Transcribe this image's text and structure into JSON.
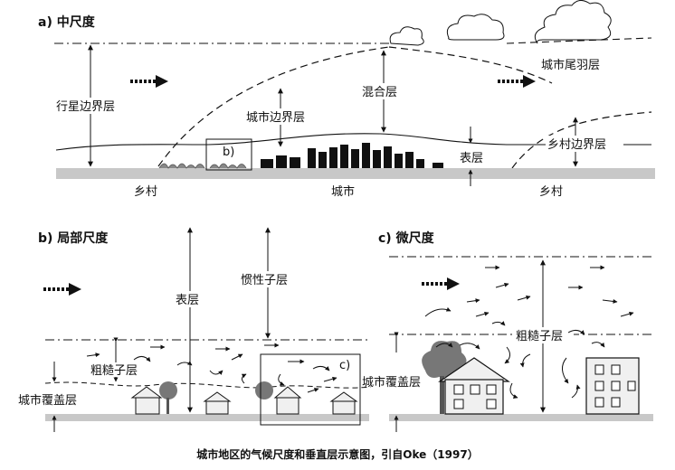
{
  "panel_a": {
    "title": "a) 中尺度",
    "labels": {
      "planetary_bl": "行星边界层",
      "urban_bl": "城市边界层",
      "mixed_layer": "混合层",
      "urban_plume": "城市尾羽层",
      "surface_layer": "表层",
      "rural_bl": "乡村边界层",
      "inset_b": "b)"
    },
    "ground": {
      "rural_left": "乡村",
      "urban": "城市",
      "rural_right": "乡村"
    }
  },
  "panel_b": {
    "title": "b) 局部尺度",
    "labels": {
      "surface_layer": "表层",
      "inertial_sublayer": "惯性子层",
      "roughness_sublayer": "粗糙子层",
      "urban_canopy": "城市覆盖层",
      "inset_c": "c)"
    }
  },
  "panel_c": {
    "title": "c) 微尺度",
    "labels": {
      "roughness_sublayer": "粗糙子层",
      "urban_canopy": "城市覆盖层"
    }
  },
  "caption": "城市地区的气候尺度和垂直层示意图，引自Oke（1997）",
  "colors": {
    "ground": "#c8c8c8",
    "ink": "#111111",
    "tree": "#777777",
    "building_fill": "#f0f0f0"
  }
}
